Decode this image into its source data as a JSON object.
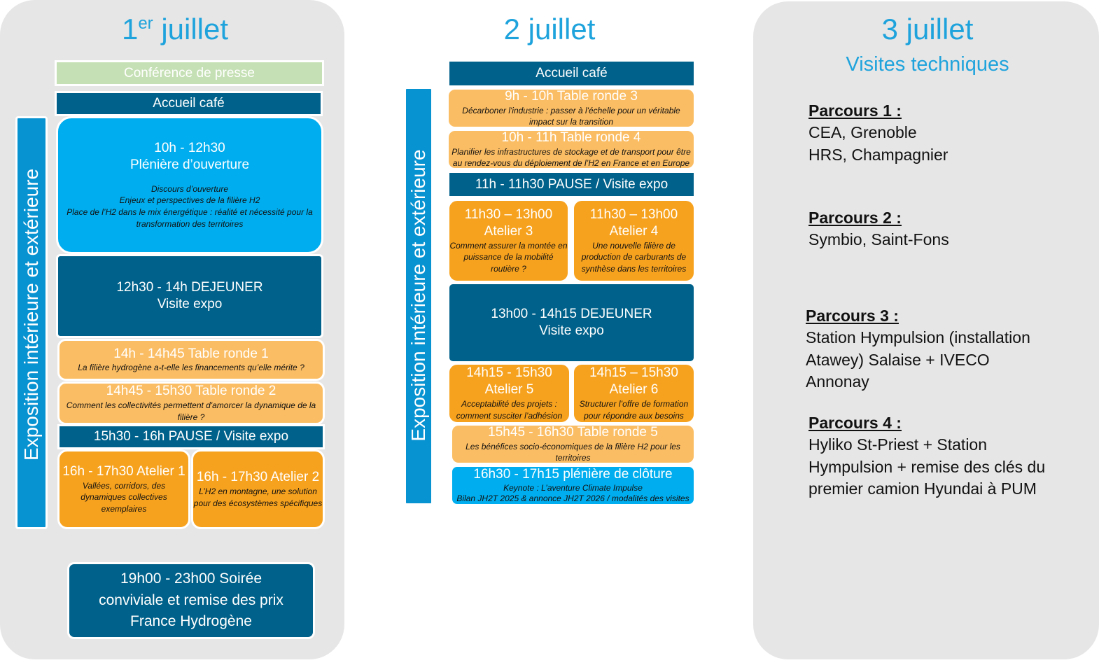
{
  "day1": {
    "title_num": "1",
    "title_sup": "er",
    "title_rest": " juillet",
    "side": "Exposition intérieure et extérieure",
    "press": "Conférence de presse",
    "cafe": "Accueil café",
    "pleniere": {
      "time": "10h - 12h30",
      "title": "Plénière d’ouverture",
      "lines": [
        "Discours d’ouverture",
        "Enjeux et perspectives de la filière H2",
        "Place de l’H2 dans le mix énergétique : réalité et nécessité pour la transformation des territoires"
      ]
    },
    "dejeuner": {
      "time": "12h30 - 14h  DEJEUNER",
      "sub": "Visite expo"
    },
    "tr1": {
      "title": "14h - 14h45 Table ronde 1",
      "desc": "La filière hydrogène a-t-elle les financements qu’elle mérite ?"
    },
    "tr2": {
      "title": "14h45 - 15h30 Table ronde 2",
      "desc": "Comment les collectivités permettent d'amorcer la dynamique de la filière ?"
    },
    "pause": "15h30 - 16h  PAUSE / Visite expo",
    "at1": {
      "title": "16h - 17h30 Atelier 1",
      "desc": "Vallées, corridors, des dynamiques collectives exemplaires"
    },
    "at2": {
      "title": "16h - 17h30 Atelier 2",
      "desc": "L’H2 en montagne, une solution pour des écosystèmes spécifiques"
    },
    "soiree": [
      "19h00 - 23h00  Soirée",
      "conviviale et remise des prix",
      "France Hydrogène"
    ]
  },
  "day2": {
    "title": "2 juillet",
    "side": "Exposition intérieure et extérieure",
    "cafe": "Accueil café",
    "tr3": {
      "title": "9h - 10h Table ronde 3",
      "desc": "Décarboner l'industrie : passer à l'échelle pour un véritable impact sur la transition"
    },
    "tr4": {
      "title": "10h - 11h Table ronde 4",
      "desc": "Planifier les infrastructures de stockage et de transport pour être au rendez-vous du déploiement de l’H2 en France et en Europe"
    },
    "pause": "11h - 11h30 PAUSE / Visite expo",
    "at3": {
      "time": "11h30 – 13h00",
      "title": "Atelier 3",
      "desc": "Comment assurer la montée en puissance de la mobilité routière ?"
    },
    "at4": {
      "time": "11h30 – 13h00",
      "title": "Atelier 4",
      "desc": "Une nouvelle filière de production de carburants de synthèse dans les territoires"
    },
    "dejeuner": {
      "time": "13h00 - 14h15  DEJEUNER",
      "sub": "Visite expo"
    },
    "at5": {
      "time": "14h15 - 15h30",
      "title": "Atelier 5",
      "desc": "Acceptabilité des projets : comment susciter l’adhésion"
    },
    "at6": {
      "time": "14h15 – 15h30",
      "title": "Atelier 6",
      "desc": "Structurer l’offre de formation pour répondre aux besoins"
    },
    "tr5": {
      "title": "15h45 - 16h30 Table ronde 5",
      "desc": "Les bénéfices socio-économiques de la filière H2 pour les territoires"
    },
    "cloture": {
      "title": "16h30 - 17h15 plénière de clôture",
      "l1": "Keynote : L’aventure Climate Impulse",
      "l2": "Bilan JH2T 2025 & annonce JH2T 2026 / modalités des visites"
    }
  },
  "day3": {
    "title": "3 juillet",
    "subtitle": "Visites techniques",
    "parcours": [
      {
        "h": "Parcours 1 :",
        "lines": [
          "CEA, Grenoble",
          "HRS, Champagnier"
        ]
      },
      {
        "h": "Parcours 2 :",
        "lines": [
          "Symbio, Saint-Fons"
        ]
      },
      {
        "h": "Parcours 3 :",
        "lines": [
          "Station Hympulsion (installation",
          "Atawey) Salaise + IVECO",
          "Annonay"
        ]
      },
      {
        "h": "Parcours 4 :",
        "lines": [
          "Hyliko St-Priest + Station",
          "Hympulsion + remise des clés du",
          "premier camion Hyundai à PUM"
        ]
      }
    ]
  },
  "colors": {
    "dark": "#00618a",
    "light_blue": "#00aeef",
    "light_orange": "#fbbd63",
    "orange": "#f7a21e",
    "green": "#c5e0b4",
    "title": "#1fa3dc"
  }
}
